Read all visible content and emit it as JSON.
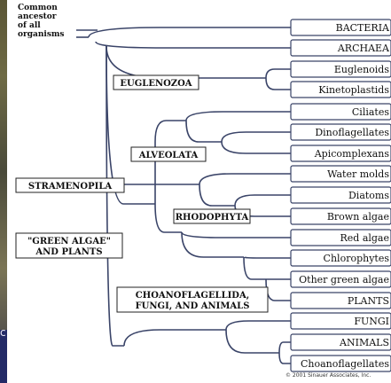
{
  "ancestor_label": "Common\nancestor\nof all\norganisms",
  "taxa": [
    "BACTERIA",
    "ARCHAEA",
    "Euglenoids",
    "Kinetoplastids",
    "Ciliates",
    "Dinoflagellates",
    "Apicomplexans",
    "Water molds",
    "Diatoms",
    "Brown algae",
    "Red algae",
    "Chlorophytes",
    "Other green algae",
    "PLANTS",
    "FUNGI",
    "ANIMALS",
    "Choanoflagellates"
  ],
  "groups": {
    "euglenozoa": "EUGLENOZOA",
    "alveolata": "ALVEOLATA",
    "stramenopila": "STRAMENOPILA",
    "rhodophyta": "RHODOPHYTA",
    "green_algae_line1": "\"GREEN ALGAE\"",
    "green_algae_line2": "AND PLANTS",
    "choano_line1": "CHOANOFLAGELLIDA,",
    "choano_line2": "FUNGI, AND ANIMALS"
  },
  "copyright": "© 2001 Sinauer Associates, Inc.",
  "slide_letter": "c",
  "colors": {
    "tree": "#3a4468",
    "label_border": "#222222",
    "slide_bg": "#232a66"
  }
}
